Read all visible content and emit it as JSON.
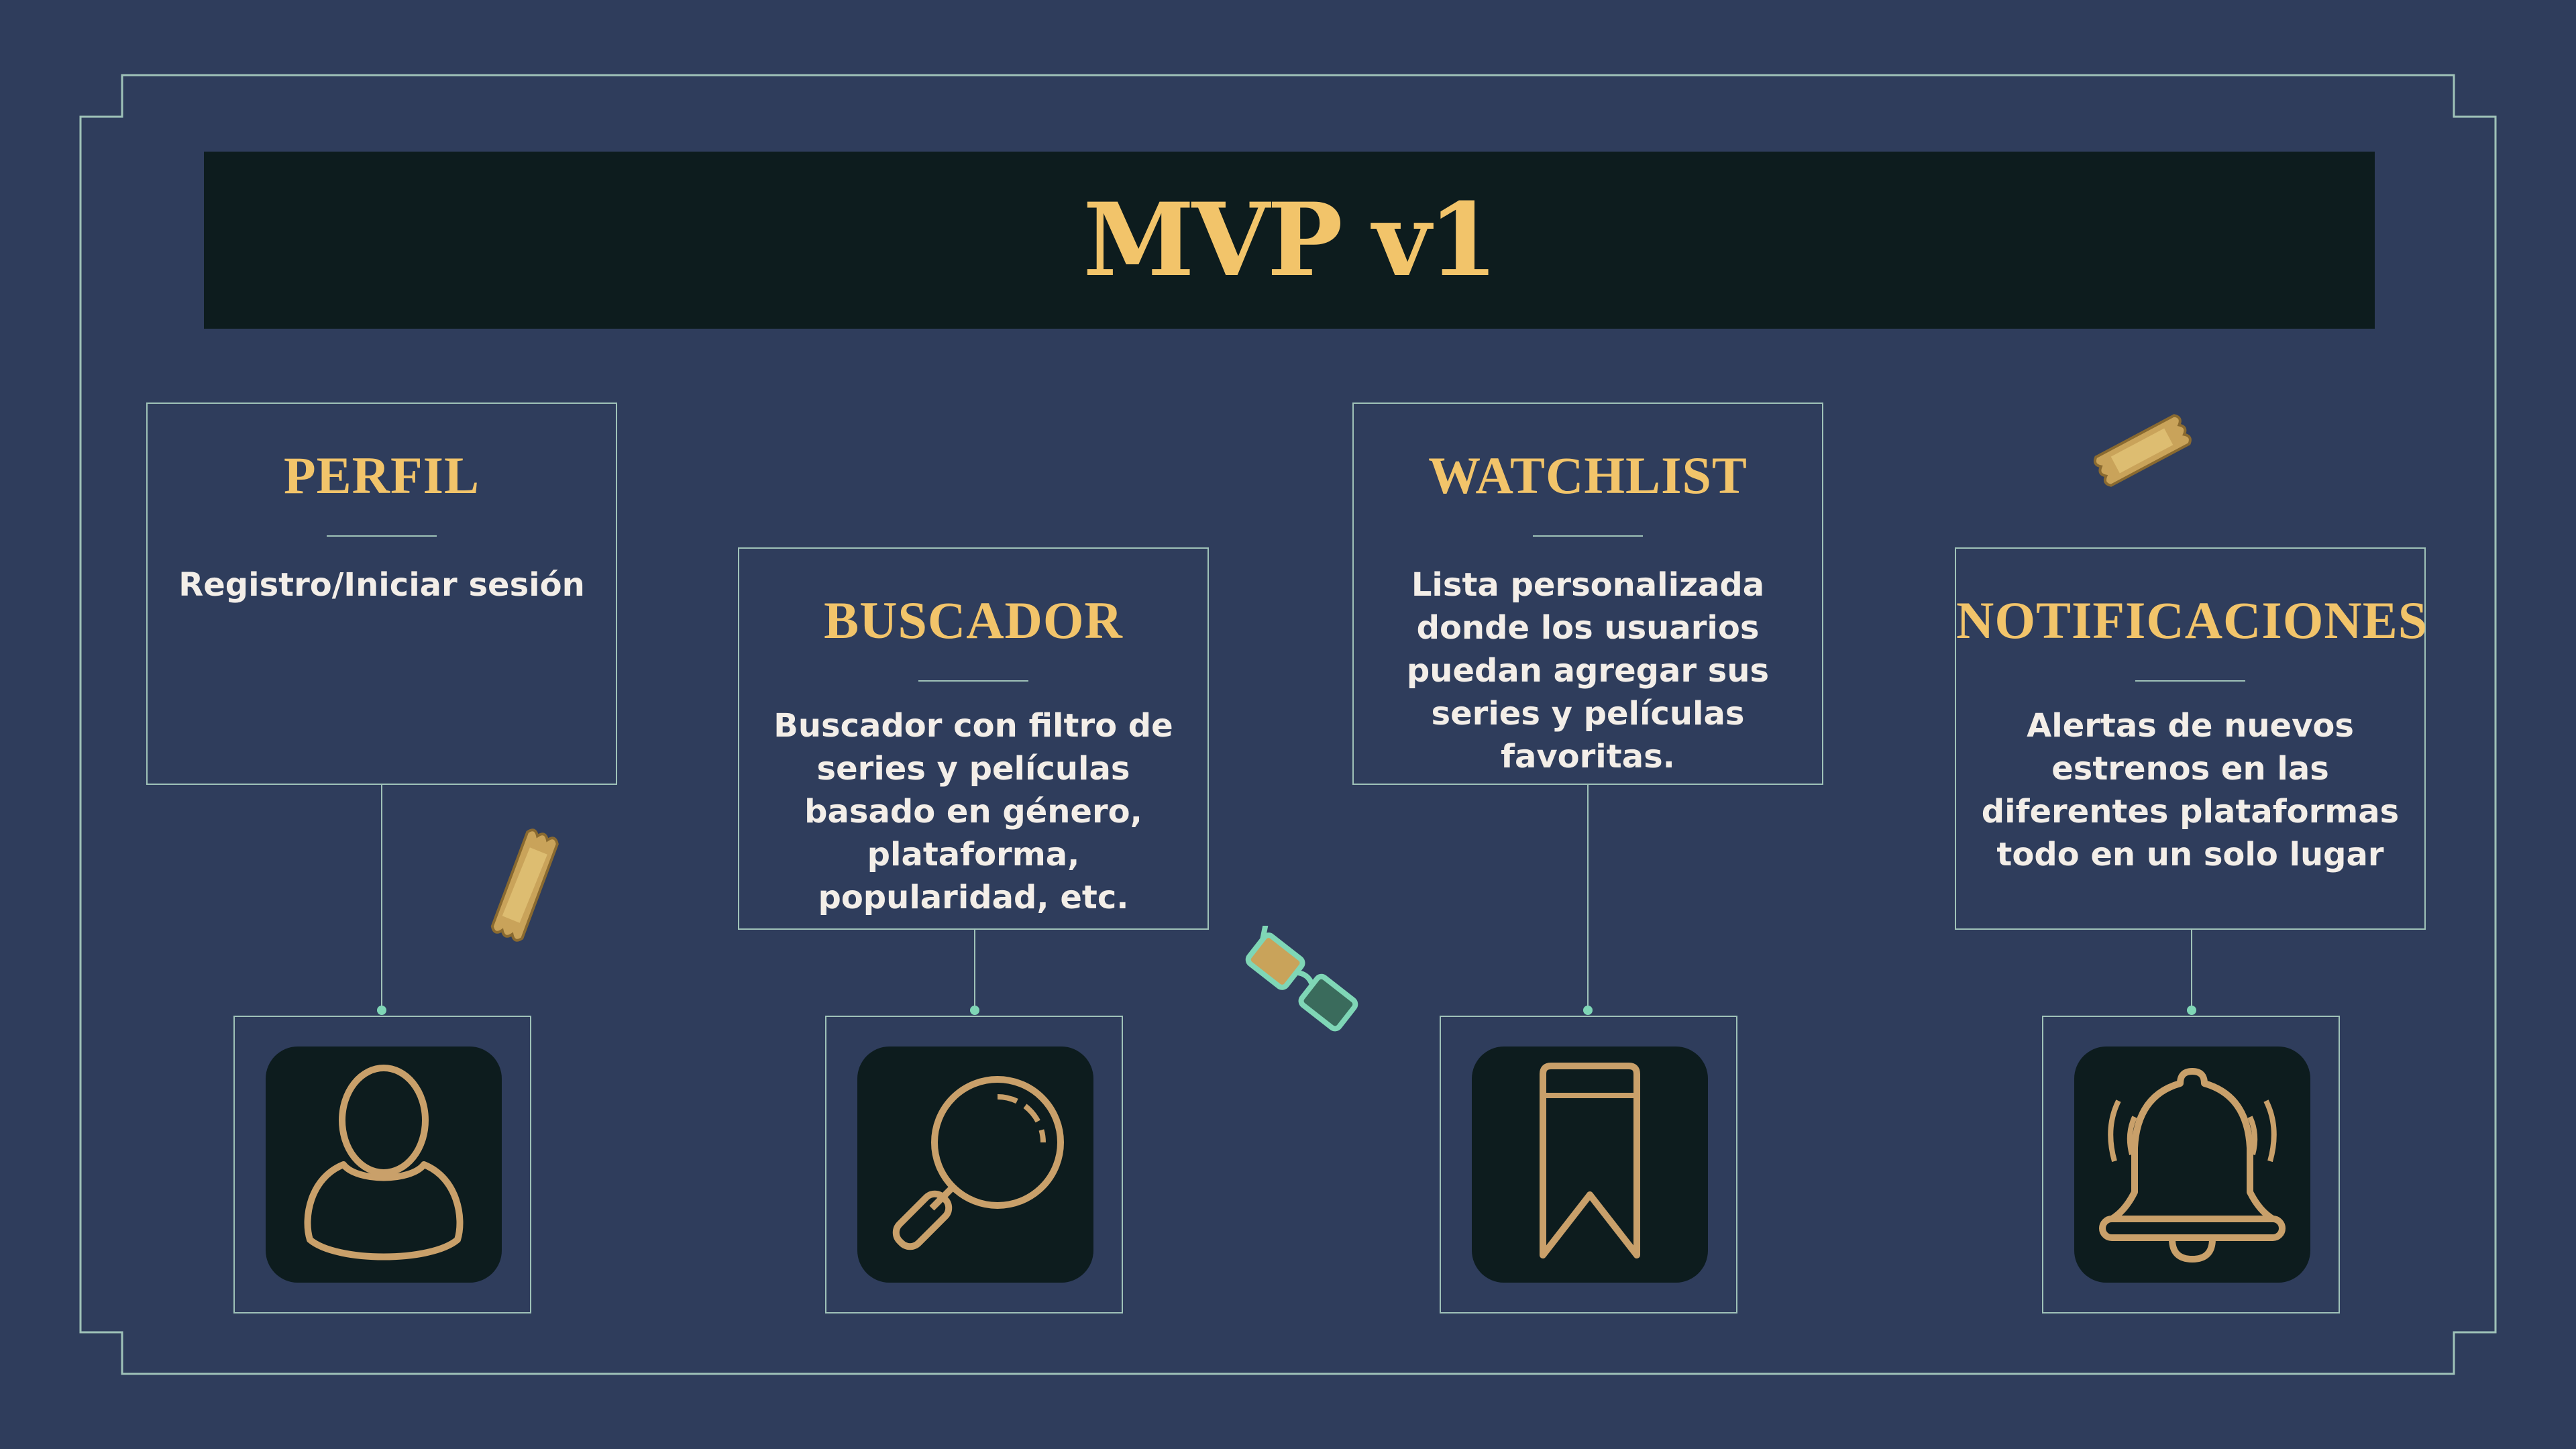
{
  "title": "MVP v1",
  "colors": {
    "background": "#2f3d5c",
    "title_bar": "#0d1c1e",
    "accent_gold": "#f2c46a",
    "line": "#9fc2b8",
    "text_light": "#f3eee8",
    "icon_stroke": "#c9a06a"
  },
  "cards": [
    {
      "title": "PERFIL",
      "description": "Registro/Iniciar sesión",
      "icon": "user-icon"
    },
    {
      "title": "BUSCADOR",
      "description": "Buscador con filtro de series y películas basado en género, plataforma, popularidad, etc.",
      "icon": "search-icon"
    },
    {
      "title": "WATCHLIST",
      "description": "Lista personalizada donde los usuarios puedan agregar sus series y películas favoritas.",
      "icon": "bookmark-icon"
    },
    {
      "title": "NOTIFICACIONES",
      "description": "Alertas de nuevos estrenos en las diferentes plataformas todo en un solo lugar",
      "icon": "bell-icon"
    }
  ],
  "decorations": [
    "ticket-icon",
    "ticket-icon",
    "3d-glasses-icon"
  ]
}
